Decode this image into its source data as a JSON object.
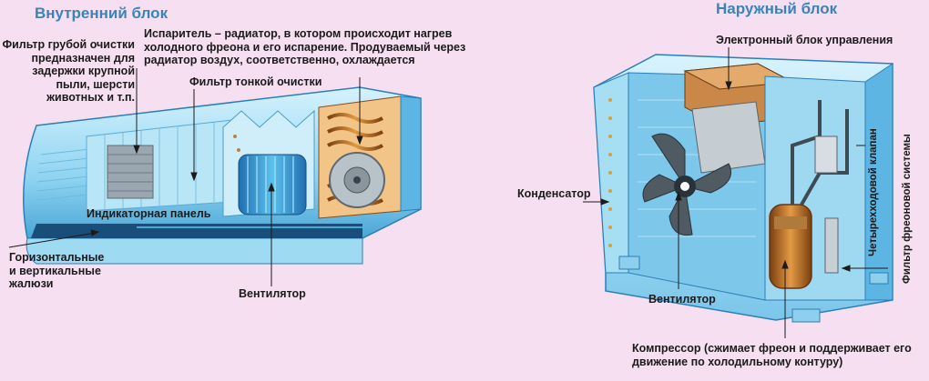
{
  "indoor": {
    "title": "Внутренний блок",
    "coarse_filter": "Фильтр грубой очистки предназначен для задержки крупной пыли, шерсти животных и т.п.",
    "evaporator": "Испаритель – радиатор, в котором происходит нагрев холодного фреона и его испарение. Продуваемый через радиатор воздух, соответственно, охлаждается",
    "fine_filter": "Фильтр тонкой очистки",
    "indicator_panel": "Индикаторная панель",
    "louvers": "Горизонтальные и вертикальные жалюзи",
    "fan": "Вентилятор"
  },
  "outdoor": {
    "title": "Наружный блок",
    "control_unit": "Электронный блок управления",
    "condenser": "Конденсатор",
    "fan": "Вентилятор",
    "compressor": "Компрессор (сжимает фреон и поддерживает его движение по холодильному контуру)",
    "four_way_valve": "Четырехходовой клапан",
    "freon_filter": "Фильтр фреоновой системы"
  },
  "colors": {
    "background": "#f5dff0",
    "title": "#3a85b8",
    "body_light": "#cdeefb",
    "body_mid": "#7fcdef",
    "body_dark": "#2f8fc4",
    "copper": "#c8782c"
  }
}
